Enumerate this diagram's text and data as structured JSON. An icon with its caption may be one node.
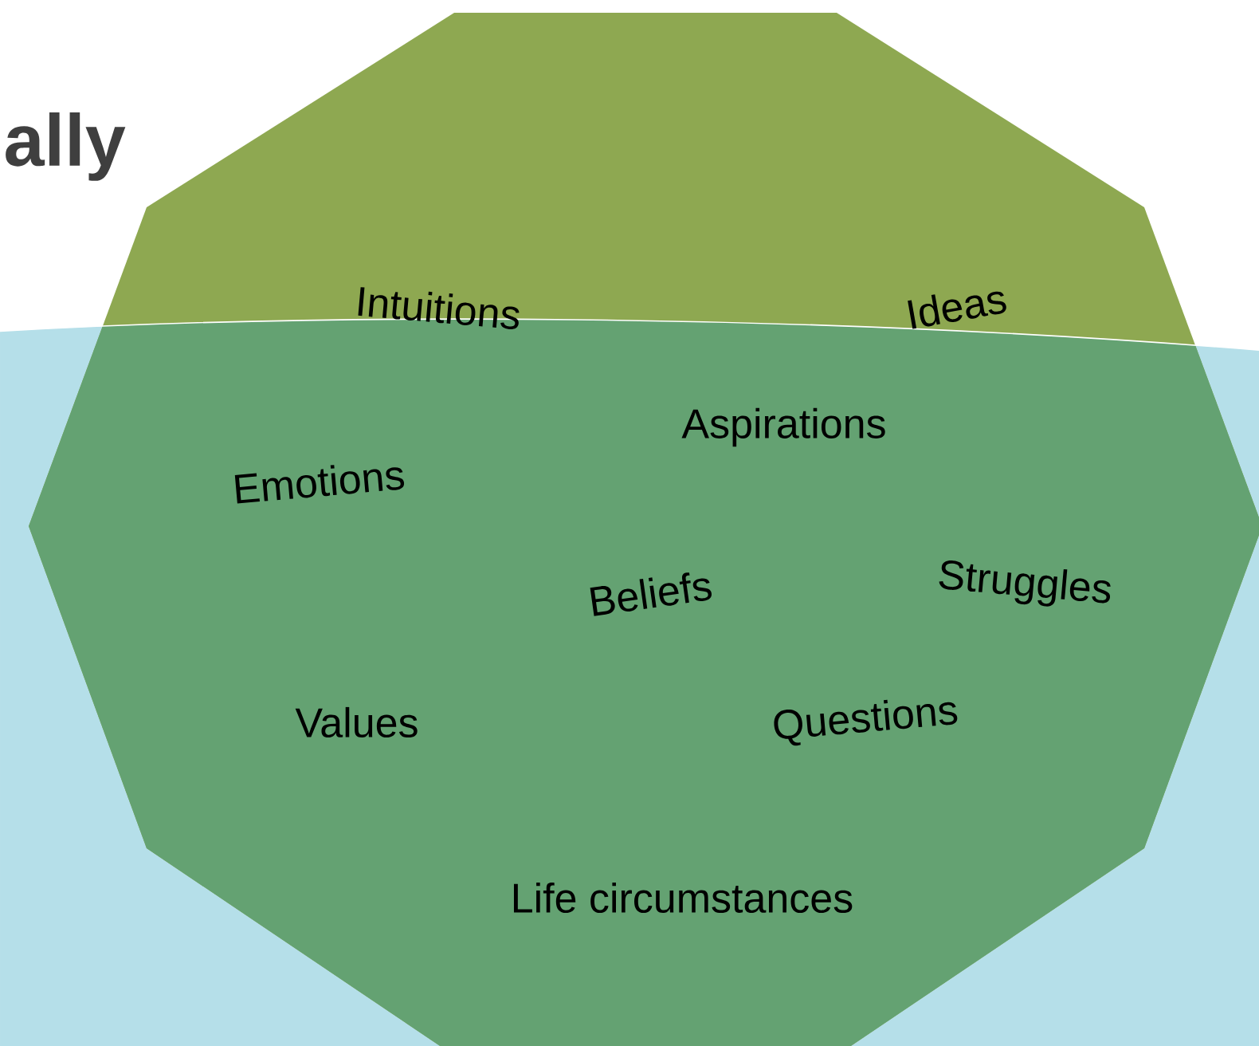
{
  "diagram": {
    "nodes": [
      {
        "text": [
          "Intuitions",
          "Ideas",
          "Aspirations",
          "Emotions",
          "Beliefs",
          "Struggles",
          "Values",
          "Questions",
          "Life circumstances"
        ]
      }
    ],
    "labels": [
      "ally"
    ]
  }
}
